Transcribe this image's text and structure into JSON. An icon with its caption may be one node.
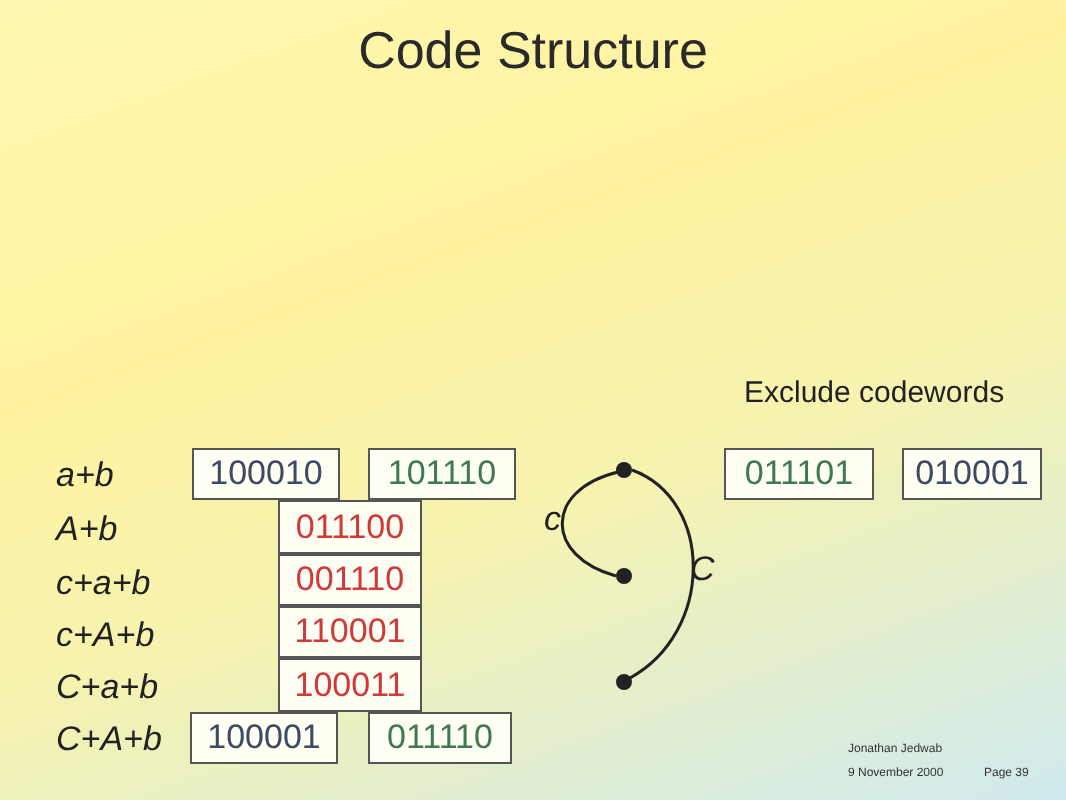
{
  "diagram": {
    "title": "Code Structure",
    "nodes": [
      {
        "text": [
          "100010"
        ]
      },
      {
        "text": [
          "101110"
        ]
      },
      {
        "text": [
          "011100"
        ]
      },
      {
        "text": [
          "001110"
        ]
      },
      {
        "text": [
          "110001"
        ]
      },
      {
        "text": [
          "100011"
        ]
      },
      {
        "text": [
          "100001"
        ]
      },
      {
        "text": [
          "011110"
        ]
      },
      {
        "text": [],
        "shape": "circle"
      },
      {
        "text": [],
        "shape": "circle"
      },
      {
        "text": [],
        "shape": "circle"
      },
      {
        "text": [
          "011101"
        ]
      },
      {
        "text": [
          "010001"
        ]
      }
    ],
    "edges": [
      {
        "from": 8,
        "to": 9,
        "arrow": "none",
        "label": "c"
      },
      {
        "from": 8,
        "to": 10,
        "arrow": "none",
        "label": "C"
      }
    ],
    "labels": [
      "Exclude codewords",
      "a+b",
      "A+b",
      "c+a+b",
      "c+A+b",
      "C+a+b",
      "C+A+b",
      "Jonathan Jedwab",
      "9 November 2000",
      "Page 39"
    ]
  }
}
